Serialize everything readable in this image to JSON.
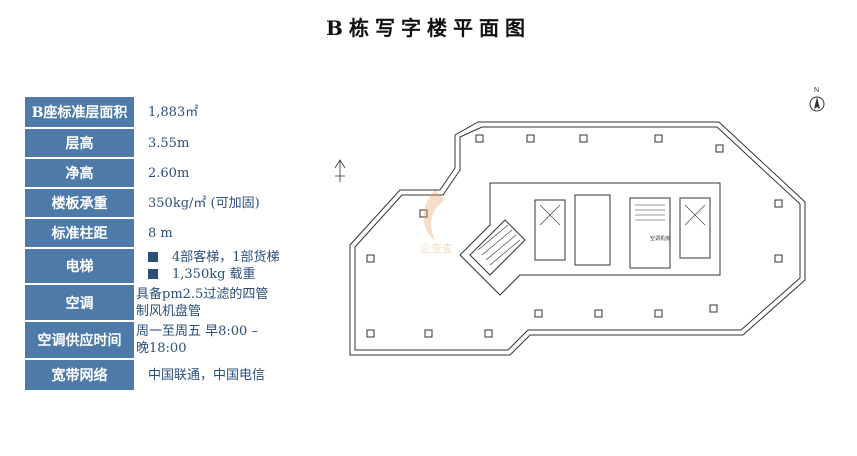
{
  "page_title": "B栋写字楼平面图",
  "specs": [
    {
      "label": "B座标准层面积",
      "lines": [
        "1,883㎡"
      ]
    },
    {
      "label": "层高",
      "lines": [
        "3.55m"
      ]
    },
    {
      "label": "净高",
      "lines": [
        "2.60m"
      ]
    },
    {
      "label": "楼板承重",
      "lines": [
        "350kg/㎡ (可加固)"
      ]
    },
    {
      "label": "标准柱距",
      "lines": [
        "8 m"
      ]
    },
    {
      "label": "电梯",
      "lines": [
        "4部客梯，1部货梯",
        "1,350kg 载重"
      ]
    },
    {
      "label": "空调",
      "lines": [
        "具备pm2.5过滤的四管",
        "制风机盘管"
      ]
    },
    {
      "label": "空调供应时间",
      "lines": [
        "周一至周五  早8:00 –",
        "晚18:00"
      ]
    },
    {
      "label": "宽带网络",
      "lines": [
        "中国联通，中国电信"
      ]
    }
  ],
  "floor_plan": {
    "north_mark": "N",
    "room_label": "空调机房",
    "watermark": "企查查"
  },
  "colors": {
    "label_bg": "#4d7aa9",
    "value_text": "#2b4f7a",
    "plan_line": "#333333"
  }
}
